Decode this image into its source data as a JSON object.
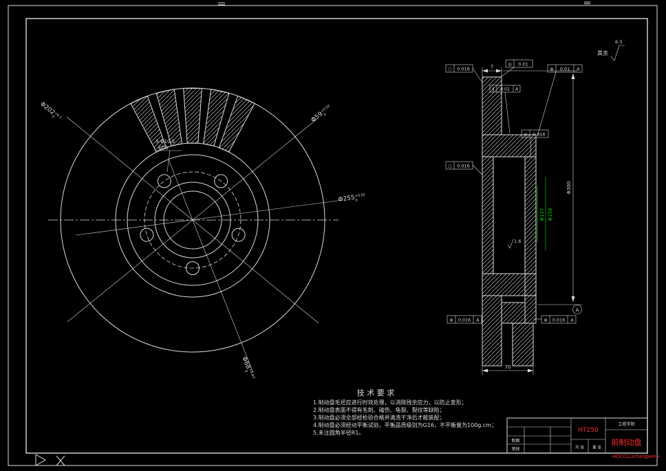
{
  "colors": {
    "background": "#000000",
    "lines": "#dcdcdc",
    "accent_red": "#ff2d2d",
    "dim_green": "#00d000"
  },
  "corner": {
    "rest": "其余",
    "value": "6.3"
  },
  "front": {
    "d202": {
      "main": "Φ202",
      "sup": "+0.1",
      "sub": "0"
    },
    "d59": {
      "main": "Φ59",
      "sup": "+0.02",
      "sub": "0"
    },
    "d255": {
      "main": "Φ255",
      "sup": "+0.02",
      "sub": "0"
    },
    "d68": {
      "main": "Φ68",
      "sup": "+0.03",
      "sub": "0"
    },
    "holes": {
      "l1": "3-Φ10.5",
      "l2": "EQS"
    }
  },
  "section": {
    "dim7": "7",
    "dim70": "70",
    "d300": "Φ300",
    "green1": "Φ137",
    "green2": "Φ158",
    "rough": "1.6",
    "datum": "A",
    "frames": [
      {
        "sym": "○",
        "val": "0.016",
        "ref": ""
      },
      {
        "sym": "∥",
        "val": "0.02",
        "ref": "A"
      },
      {
        "sym": "◎",
        "val": "0.01",
        "ref": ""
      },
      {
        "sym": "⊕",
        "val": "0.01",
        "ref": "A"
      },
      {
        "sym": "◎",
        "val": "0.016",
        "ref": ""
      },
      {
        "sym": "○",
        "val": "0.016",
        "ref": ""
      },
      {
        "sym": "⊕",
        "val": "0.016",
        "ref": "A"
      },
      {
        "sym": "⊕",
        "val": "0.016",
        "ref": "A"
      }
    ]
  },
  "tech": {
    "title": "技 术 要 求",
    "lines": [
      "1.制动盘毛坯应进行时效处理，以消除残余应力，以防止变形；",
      "2.制动盘表面不得有毛刺、磕伤、龟裂、裂纹等缺陷；",
      "3.制动盘必须全部经检验合格并清洗干净后才能装配；",
      "4.制动盘必须经动平衡试验，平衡品质级别为G16，不平衡量为100g.cm；",
      "5.未注圆角半径R1。"
    ]
  },
  "tb": {
    "material": "HT250",
    "part": "前制动盘",
    "school": "工程学院",
    "draw": "制图",
    "check": "审核",
    "sheets1": "共 张",
    "sheets2": "第 张",
    "watermark": "HOCCLLichangwei×"
  }
}
